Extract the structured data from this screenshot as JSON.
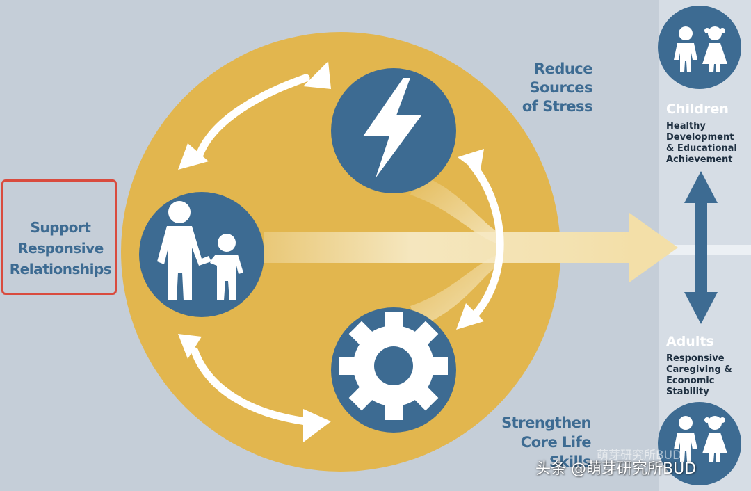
{
  "diagram": {
    "reduce_sources": {
      "lines": [
        "Reduce",
        "Sources",
        "of Stress"
      ]
    },
    "strengthen_skills": {
      "lines": [
        "Strengthen",
        "Core Life",
        "Skills"
      ]
    },
    "support_relationships": {
      "lines": [
        "Support",
        "Responsive",
        "Relationships"
      ]
    }
  },
  "outcomes": {
    "children": {
      "title": "Children",
      "desc_lines": [
        "Healthy",
        "Development",
        "& Educational",
        "Achievement"
      ]
    },
    "adults": {
      "title": "Adults",
      "desc_lines": [
        "Responsive",
        "Caregiving &",
        "Economic",
        "Stability"
      ]
    }
  },
  "watermark": {
    "faint": "萌芽研究所BUD",
    "main": "头条 @萌芽研究所BUD"
  },
  "colors": {
    "background": "#c5ced8",
    "circle": "#e2b64e",
    "node": "#3d6b92",
    "panel": "#d6dde5",
    "arrow_cream": "#f5e6bd",
    "highlight_box": "#d94b3e"
  },
  "icons": [
    "lightning-icon",
    "gear-icon",
    "parent-child-icon",
    "children-icon",
    "double-arrow-icon"
  ]
}
